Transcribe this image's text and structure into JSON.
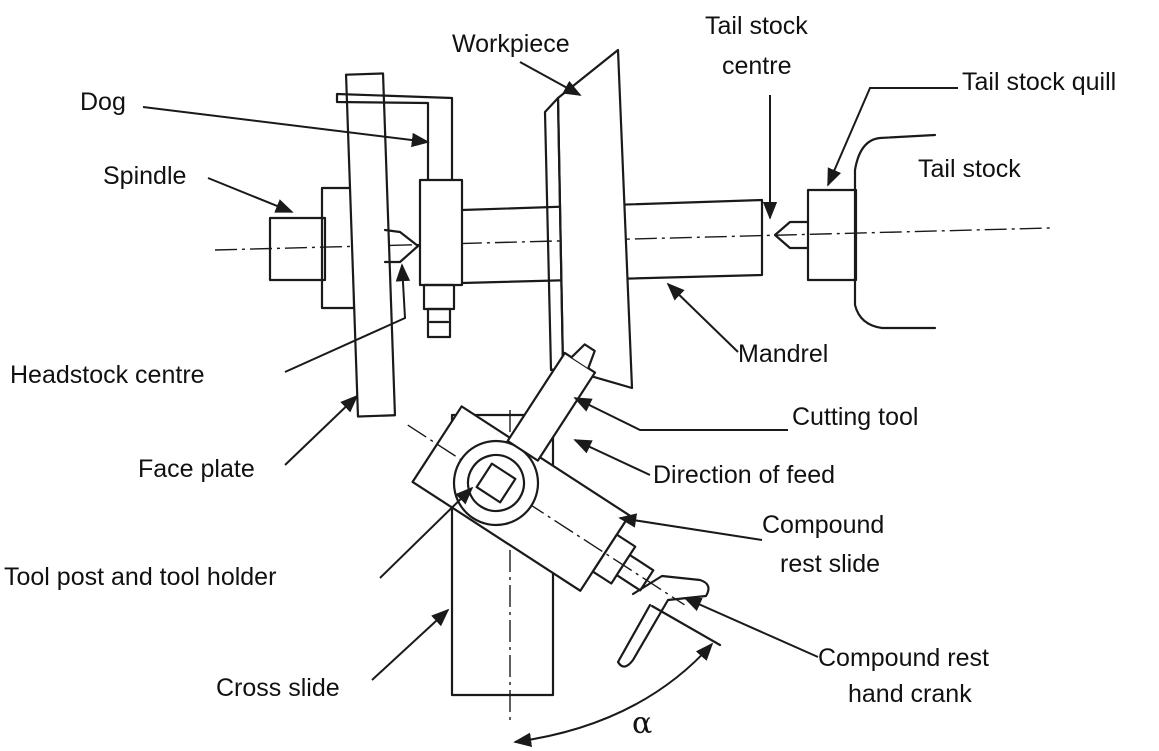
{
  "labels": {
    "workpiece": "Workpiece",
    "tail_stock_centre_1": "Tail stock",
    "tail_stock_centre_2": "centre",
    "tail_stock_quill": "Tail stock quill",
    "tail_stock": "Tail stock",
    "dog": "Dog",
    "spindle": "Spindle",
    "headstock_centre": "Headstock  centre",
    "mandrel": "Mandrel",
    "cutting_tool": "Cutting tool",
    "face_plate": "Face plate",
    "direction_of_feed": "Direction of feed",
    "compound_rest_slide_1": "Compound",
    "compound_rest_slide_2": "rest slide",
    "tool_post": "Tool post and tool holder",
    "cross_slide": "Cross slide",
    "compound_rest_crank_1": "Compound rest",
    "compound_rest_crank_2": "hand crank",
    "angle": "α"
  }
}
